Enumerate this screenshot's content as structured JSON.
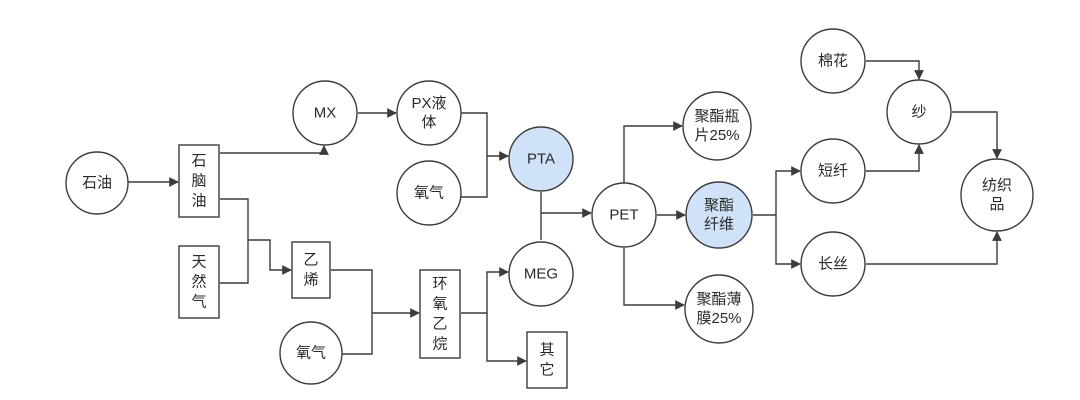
{
  "colors": {
    "stroke": "#3c3c3c",
    "fill": "#ffffff",
    "highlight": "#cfe2f7",
    "text": "#2a2a2a"
  },
  "nodes": {
    "shiyou": {
      "lines": [
        "石油"
      ],
      "shape": "circle"
    },
    "shinaoyou": {
      "lines": [
        "石",
        "脑",
        "油"
      ],
      "shape": "rect"
    },
    "tianranqi": {
      "lines": [
        "天",
        "然",
        "气"
      ],
      "shape": "rect"
    },
    "mx": {
      "lines": [
        "MX"
      ],
      "shape": "circle"
    },
    "pxyeti": {
      "lines": [
        "PX液",
        "体"
      ],
      "shape": "circle"
    },
    "yangqi1": {
      "lines": [
        "氧气"
      ],
      "shape": "circle"
    },
    "pta": {
      "lines": [
        "PTA"
      ],
      "shape": "circle",
      "highlight": true
    },
    "yixi": {
      "lines": [
        "乙",
        "烯"
      ],
      "shape": "rect"
    },
    "yangqi2": {
      "lines": [
        "氧气"
      ],
      "shape": "circle"
    },
    "huanyang": {
      "lines": [
        "环",
        "氧",
        "乙",
        "烷"
      ],
      "shape": "rect"
    },
    "meg": {
      "lines": [
        "MEG"
      ],
      "shape": "circle"
    },
    "qita": {
      "lines": [
        "其",
        "它"
      ],
      "shape": "rect"
    },
    "pet": {
      "lines": [
        "PET"
      ],
      "shape": "circle"
    },
    "pingpian": {
      "lines": [
        "聚酯瓶",
        "片25%"
      ],
      "shape": "circle"
    },
    "xianwei": {
      "lines": [
        "聚酯",
        "纤维"
      ],
      "shape": "circle",
      "highlight": true
    },
    "bomo": {
      "lines": [
        "聚酯薄",
        "膜25%"
      ],
      "shape": "circle"
    },
    "duanxian": {
      "lines": [
        "短纤"
      ],
      "shape": "circle"
    },
    "changsi": {
      "lines": [
        "长丝"
      ],
      "shape": "circle"
    },
    "mianhua": {
      "lines": [
        "棉花"
      ],
      "shape": "circle"
    },
    "sha": {
      "lines": [
        "纱"
      ],
      "shape": "circle"
    },
    "fangzhipin": {
      "lines": [
        "纺织",
        "品"
      ],
      "shape": "circle"
    }
  }
}
